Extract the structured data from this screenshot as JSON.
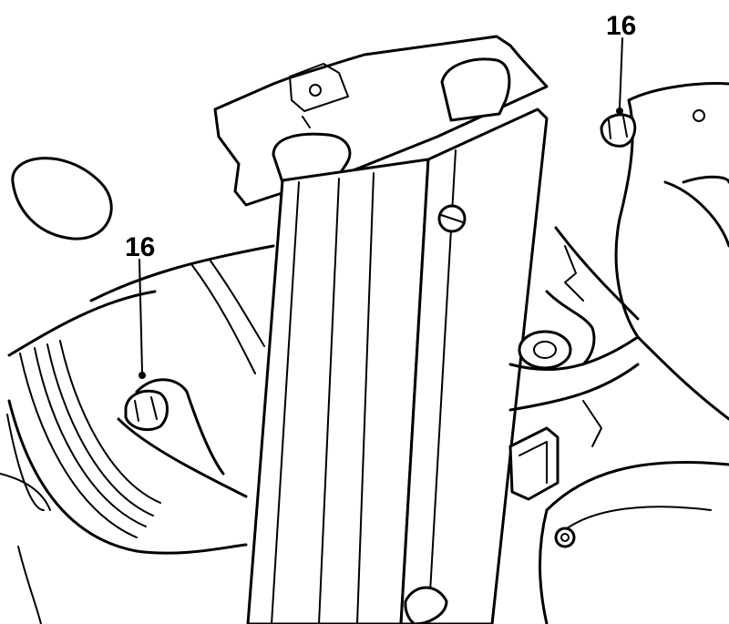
{
  "callouts": [
    {
      "label": "16",
      "part": "bolt"
    },
    {
      "label": "16",
      "part": "bolt"
    }
  ]
}
